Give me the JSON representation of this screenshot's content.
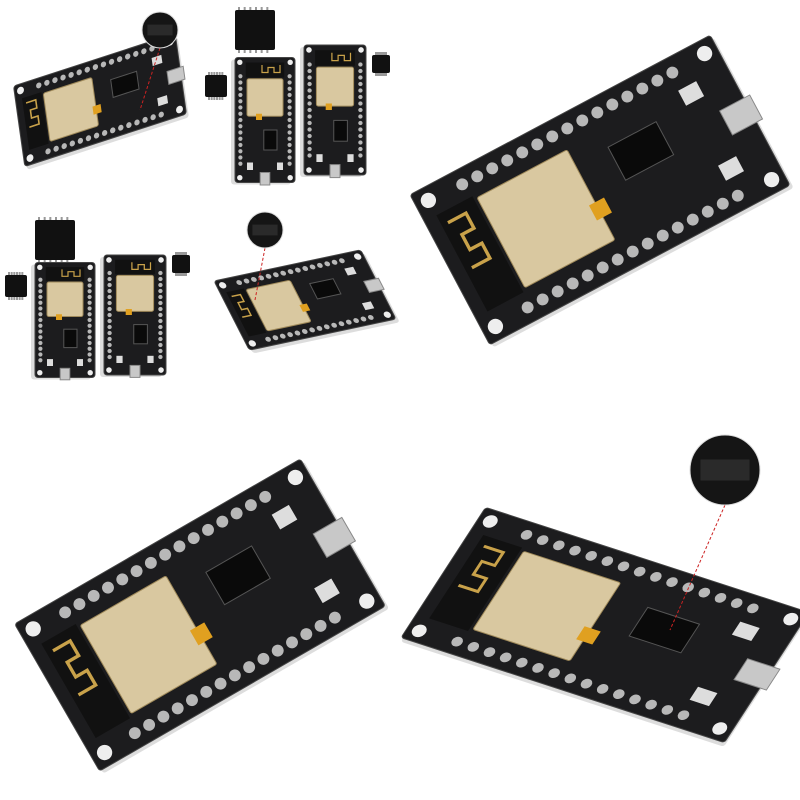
{
  "colors": {
    "background": "#ffffff",
    "board": "#1c1c1e",
    "module_shield": "#d9c8a0",
    "antenna": "#c9a24a",
    "pin": "#b8b8b8",
    "header": "#2a2a2a",
    "capacitor": "#e0a020",
    "leader_line": "#cc2222"
  },
  "panels": [
    {
      "id": "small-angled-board-with-chip-callout"
    },
    {
      "id": "small-front-back-boards"
    },
    {
      "id": "small-front-back-boards-2"
    },
    {
      "id": "small-board-side-with-chip-callout"
    },
    {
      "id": "large-angled-board"
    },
    {
      "id": "bottom-left-angled-board"
    },
    {
      "id": "bottom-right-board-with-chip-callout"
    }
  ]
}
